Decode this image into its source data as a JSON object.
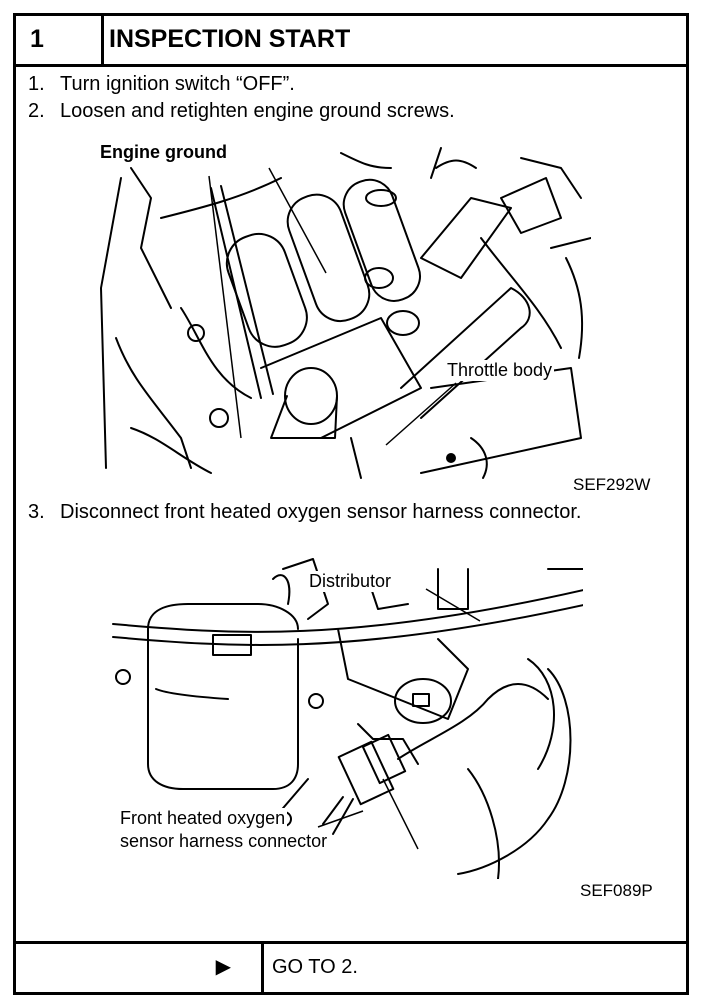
{
  "header": {
    "number": "1",
    "title": "INSPECTION START"
  },
  "steps": [
    {
      "num": "1.",
      "text": "Turn ignition switch “OFF”."
    },
    {
      "num": "2.",
      "text": "Loosen and retighten engine ground screws."
    },
    {
      "num": "3.",
      "text": "Disconnect front heated oxygen sensor harness connector."
    }
  ],
  "figure1": {
    "label_engine_ground": "Engine ground",
    "label_throttle_body": "Throttle body",
    "code": "SEF292W"
  },
  "figure2": {
    "label_distributor": "Distributor",
    "label_connector_line1": "Front heated oxygen",
    "label_connector_line2": "sensor harness connector",
    "code": "SEF089P"
  },
  "footer": {
    "arrow": "▶",
    "action": "GO TO 2."
  }
}
